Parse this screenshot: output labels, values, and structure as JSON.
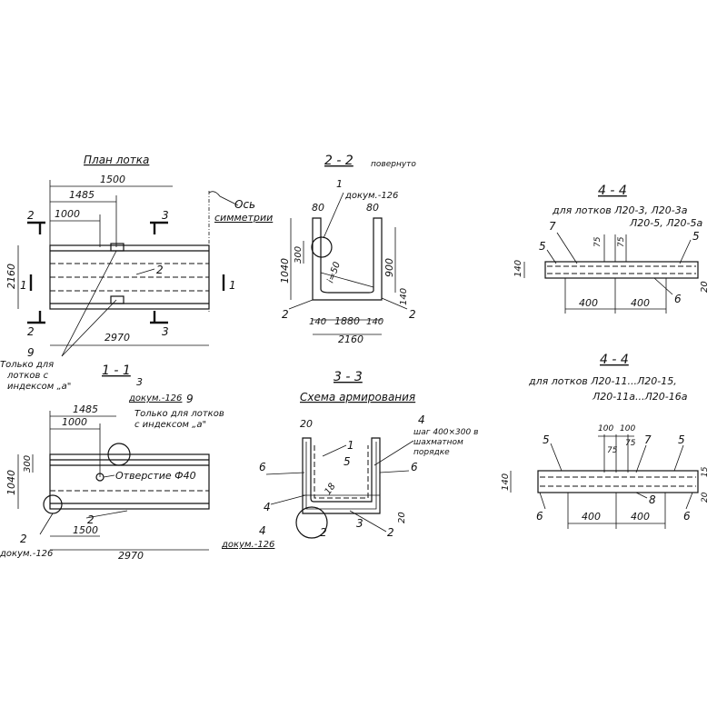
{
  "plan": {
    "title": "План лотка",
    "dim_1500": "1500",
    "dim_1485": "1485",
    "dim_1000": "1000",
    "dim_2160": "2160",
    "dim_2970": "2970",
    "axis_label_1": "Ось",
    "axis_label_2": "симметрии",
    "cut_2": "2",
    "cut_3": "3",
    "cut_1": "1",
    "leader_2": "2",
    "leader_9": "9",
    "note_1": "Только для",
    "note_2": "лотков с",
    "note_3": "индексом „а\""
  },
  "section_1_1": {
    "title": "1 - 1",
    "dim_1485": "1485",
    "dim_1000": "1000",
    "dim_1040": "1040",
    "dim_300": "300",
    "dim_1500": "1500",
    "dim_2970": "2970",
    "leader_3": "3",
    "leader_9": "9",
    "leader_2a": "2",
    "leader_2b": "2",
    "docum_a": "докум.-126",
    "docum_b": "докум.-126",
    "note_1": "Только для лотков",
    "note_2": "с индексом „а\"",
    "hole": "Отверстие Ф40"
  },
  "section_2_2": {
    "title": "2 - 2",
    "rotated": "повернуто",
    "leader_1": "1",
    "docum": "докум.-126",
    "dim_80a": "80",
    "dim_80b": "80",
    "dim_1040": "1040",
    "dim_300": "300",
    "dim_900": "900",
    "dim_140_right": "140",
    "dim_i50": "i=50",
    "leader_2a": "2",
    "leader_2b": "2",
    "dim_140a": "140",
    "dim_1880": "1880",
    "dim_140b": "140",
    "dim_2160": "2160"
  },
  "section_3_3": {
    "title": "3 - 3",
    "subtitle": "Схема армирования",
    "dim_20a": "20",
    "dim_20b": "20",
    "leader_1": "1",
    "leader_4": "4",
    "leader_5": "5",
    "leader_6a": "6",
    "leader_6b": "6",
    "leader_4b": "4",
    "leader_2a": "2",
    "leader_2b": "2",
    "leader_3": "3",
    "leader_18": "18",
    "step_1": "шаг 400×300 в",
    "step_2": "шахматном",
    "step_3": "порядке",
    "circle_4": "4",
    "docum": "докум.-126"
  },
  "section_4_4_top": {
    "title": "4 - 4",
    "for_1": "для лотков  Л20-3, Л20-3а",
    "for_2": "Л20-5, Л20-5а",
    "leader_7": "7",
    "leader_5a": "5",
    "leader_5b": "5",
    "leader_6": "6",
    "dim_140": "140",
    "dim_20": "20",
    "dim_400a": "400",
    "dim_400b": "400",
    "dim_75a": "75",
    "dim_75b": "75"
  },
  "section_4_4_bottom": {
    "title": "4 - 4",
    "for_1": "для лотков  Л20-11...Л20-15,",
    "for_2": "Л20-11а...Л20-16а",
    "dim_100a": "100",
    "dim_100b": "100",
    "dim_75a": "75",
    "dim_75b": "75",
    "leader_5a": "5",
    "leader_5b": "5",
    "leader_7": "7",
    "leader_8": "8",
    "leader_6a": "6",
    "leader_6b": "6",
    "dim_140": "140",
    "dim_15": "15",
    "dim_20": "20",
    "dim_400a": "400",
    "dim_400b": "400"
  }
}
